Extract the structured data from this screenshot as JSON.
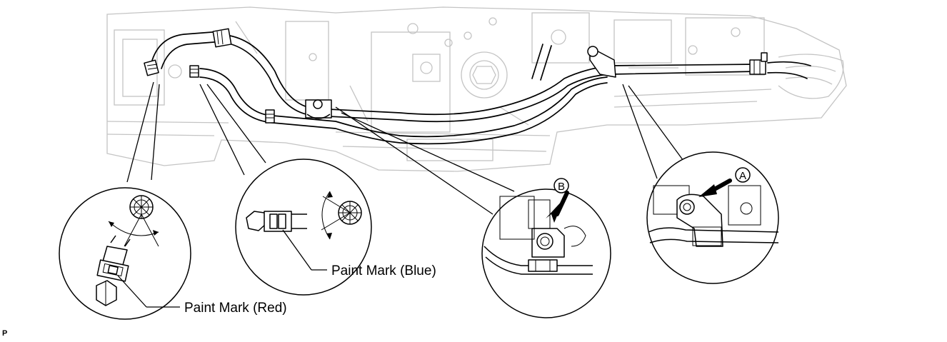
{
  "labels": {
    "paint_mark_red": "Paint Mark (Red)",
    "paint_mark_blue": "Paint Mark (Blue)",
    "callout_a": "A",
    "callout_b": "B",
    "corner_mark": "P"
  }
}
